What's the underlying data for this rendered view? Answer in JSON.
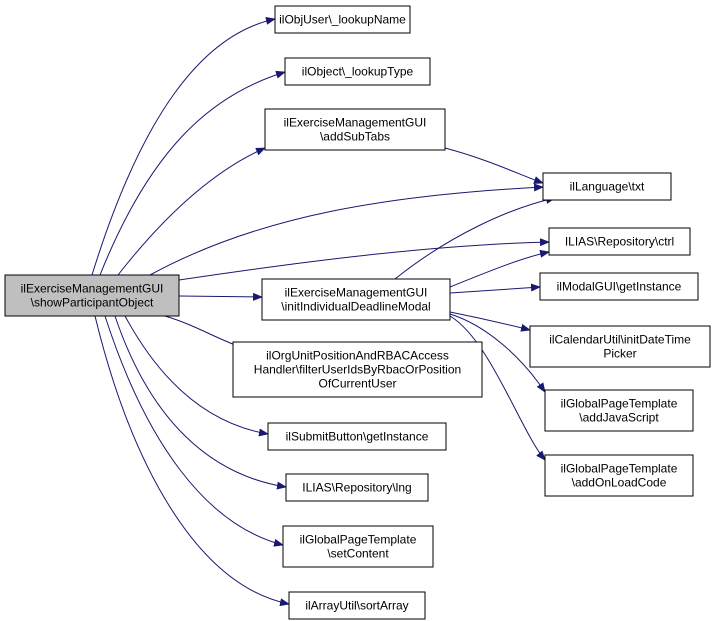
{
  "colors": {
    "edge": "#191970",
    "node_border": "#000000",
    "node_fill": "#ffffff",
    "root_fill": "#bfbfbf",
    "text": "#000000"
  },
  "nodes": [
    {
      "id": "root",
      "lines": [
        "ilExerciseManagementGUI",
        "\\showParticipantObject"
      ],
      "root": true
    },
    {
      "id": "lookupName",
      "lines": [
        "ilObjUser\\_lookupName"
      ]
    },
    {
      "id": "lookupType",
      "lines": [
        "ilObject\\_lookupType"
      ]
    },
    {
      "id": "addSubTabs",
      "lines": [
        "ilExerciseManagementGUI",
        "\\addSubTabs"
      ]
    },
    {
      "id": "initModal",
      "lines": [
        "ilExerciseManagementGUI",
        "\\initIndividualDeadlineModal"
      ]
    },
    {
      "id": "filterUsers",
      "lines": [
        "ilOrgUnitPositionAndRBACAccess",
        "Handler\\filterUserIdsByRbacOrPosition",
        "OfCurrentUser"
      ]
    },
    {
      "id": "submitButton",
      "lines": [
        "ilSubmitButton\\getInstance"
      ]
    },
    {
      "id": "lng",
      "lines": [
        "ILIAS\\Repository\\lng"
      ]
    },
    {
      "id": "setContent",
      "lines": [
        "ilGlobalPageTemplate",
        "\\setContent"
      ]
    },
    {
      "id": "sortArray",
      "lines": [
        "ilArrayUtil\\sortArray"
      ]
    },
    {
      "id": "txt",
      "lines": [
        "ilLanguage\\txt"
      ]
    },
    {
      "id": "ctrl",
      "lines": [
        "ILIAS\\Repository\\ctrl"
      ]
    },
    {
      "id": "modalInstance",
      "lines": [
        "ilModalGUI\\getInstance"
      ]
    },
    {
      "id": "dateTime",
      "lines": [
        "ilCalendarUtil\\initDateTime",
        "Picker"
      ]
    },
    {
      "id": "addJs",
      "lines": [
        "ilGlobalPageTemplate",
        "\\addJavaScript"
      ]
    },
    {
      "id": "addOnLoad",
      "lines": [
        "ilGlobalPageTemplate",
        "\\addOnLoadCode"
      ]
    }
  ],
  "edges": [
    {
      "from": "root",
      "to": "lookupName"
    },
    {
      "from": "root",
      "to": "lookupType"
    },
    {
      "from": "root",
      "to": "addSubTabs"
    },
    {
      "from": "root",
      "to": "txt"
    },
    {
      "from": "root",
      "to": "ctrl"
    },
    {
      "from": "root",
      "to": "initModal"
    },
    {
      "from": "root",
      "to": "filterUsers"
    },
    {
      "from": "root",
      "to": "submitButton"
    },
    {
      "from": "root",
      "to": "lng"
    },
    {
      "from": "root",
      "to": "setContent"
    },
    {
      "from": "root",
      "to": "sortArray"
    },
    {
      "from": "addSubTabs",
      "to": "txt"
    },
    {
      "from": "initModal",
      "to": "txt"
    },
    {
      "from": "initModal",
      "to": "ctrl"
    },
    {
      "from": "initModal",
      "to": "modalInstance"
    },
    {
      "from": "initModal",
      "to": "dateTime"
    },
    {
      "from": "initModal",
      "to": "addJs"
    },
    {
      "from": "initModal",
      "to": "addOnLoad"
    }
  ]
}
